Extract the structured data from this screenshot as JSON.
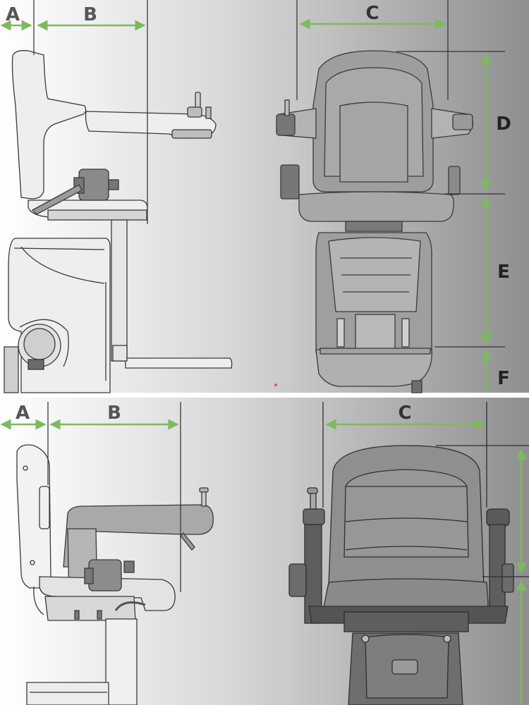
{
  "colors": {
    "accent": "#7cba5d",
    "outline": "#3a3a3a",
    "label": "#333333",
    "label_light": "#555555",
    "gradient_left": "#ffffff",
    "gradient_right": "#9a9a9a"
  },
  "panels": [
    {
      "name": "top",
      "side_view": {
        "dimensions": [
          {
            "label": "A"
          },
          {
            "label": "B"
          }
        ]
      },
      "front_view": {
        "dimensions": [
          {
            "label": "C"
          },
          {
            "label": "D"
          },
          {
            "label": "E"
          },
          {
            "label": "F"
          }
        ]
      }
    },
    {
      "name": "bottom",
      "side_view": {
        "dimensions": [
          {
            "label": "A"
          },
          {
            "label": "B"
          }
        ]
      },
      "front_view": {
        "dimensions": [
          {
            "label": "C"
          }
        ]
      }
    }
  ]
}
